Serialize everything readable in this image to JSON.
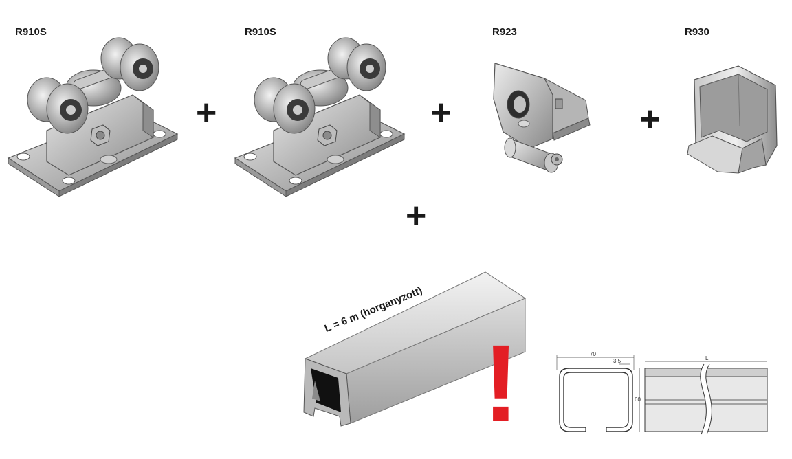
{
  "parts": [
    {
      "label": "R910S",
      "icon": "roller-carriage-icon"
    },
    {
      "label": "R910S",
      "icon": "roller-carriage-icon"
    },
    {
      "label": "R923",
      "icon": "guide-roller-bracket-icon"
    },
    {
      "label": "R930",
      "icon": "end-cap-icon"
    }
  ],
  "plus_symbol": "+",
  "rail": {
    "caption": "L = 6 m (horganyzott)",
    "warning": "!",
    "warning_color": "#e31e24"
  },
  "drawing": {
    "width_label": "70",
    "thickness_label": "3.5",
    "height_label": "60",
    "length_label": "L"
  }
}
